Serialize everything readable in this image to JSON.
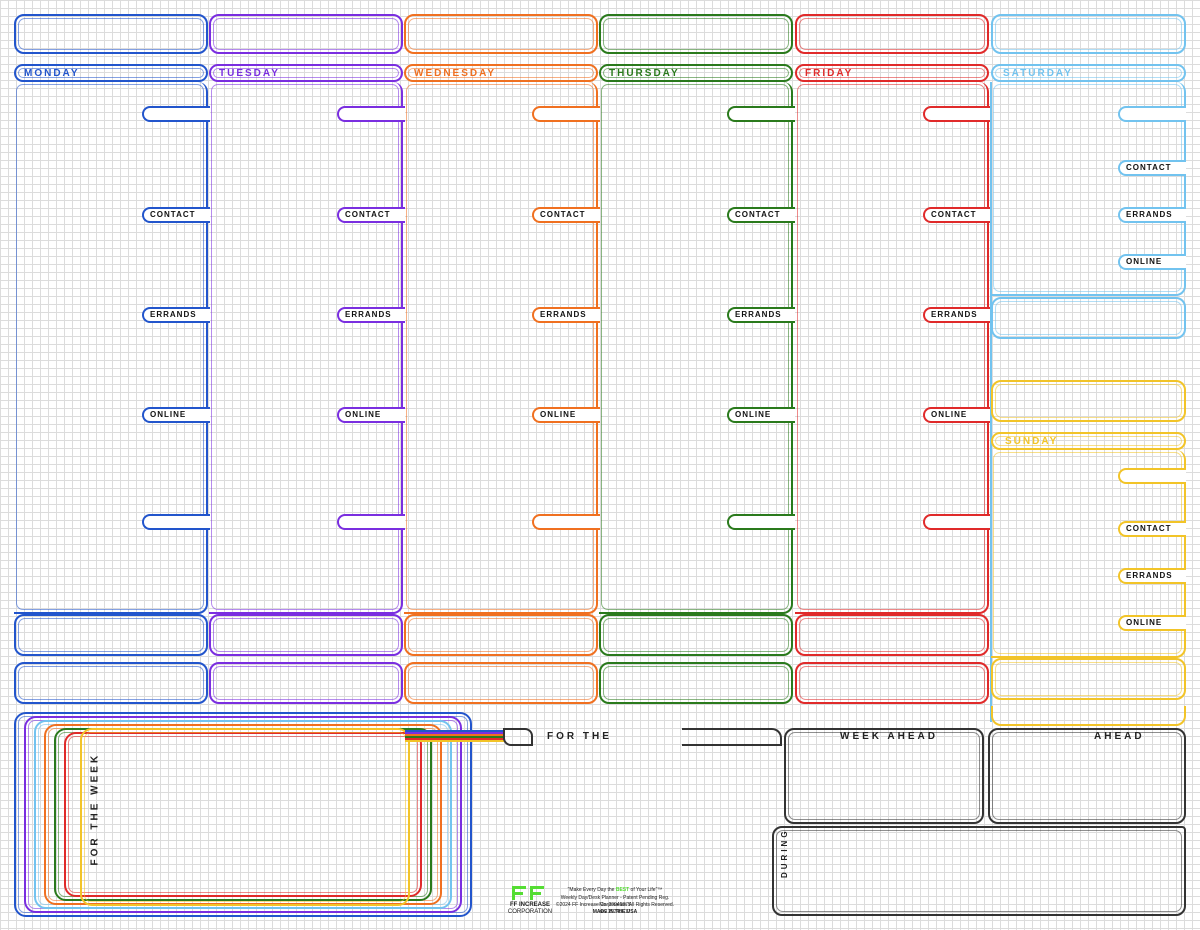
{
  "days": [
    {
      "name": "MONDAY",
      "color": "#2255cc"
    },
    {
      "name": "TUESDAY",
      "color": "#7a2ee0"
    },
    {
      "name": "WEDNESDAY",
      "color": "#f07020"
    },
    {
      "name": "THURSDAY",
      "color": "#2a7a1c"
    },
    {
      "name": "FRIDAY",
      "color": "#e02a2a"
    },
    {
      "name": "SATURDAY",
      "color": "#72c3ef"
    },
    {
      "name": "SUNDAY",
      "color": "#f2c428"
    }
  ],
  "tags": {
    "contact": "CONTACT",
    "errands": "ERRANDS",
    "online": "ONLINE"
  },
  "bottom": {
    "for_the_week": "FOR THE WEEK",
    "for_the": "FOR THE",
    "week_ahead": "WEEK  AHEAD",
    "ahead": "AHEAD",
    "during": "DURING"
  },
  "footer": {
    "logo_name": "FF INCREASE",
    "logo_sub": "CORPORATION",
    "slogan_pre": "\"Make Every Day the ",
    "slogan_mid": "BEST",
    "slogan_post": " of Your Life\"™",
    "line2": "Weekly Day/Desk Planner - Patent Pending Reg. No. 29946875",
    "line3": "©2024  FF Increase Corporation.  All Rights Reserved.  rev 20240617",
    "line4": "MADE IN THE USA"
  },
  "colors": {
    "bottom_gray": "#333333",
    "logo_green": "#55dd33"
  }
}
